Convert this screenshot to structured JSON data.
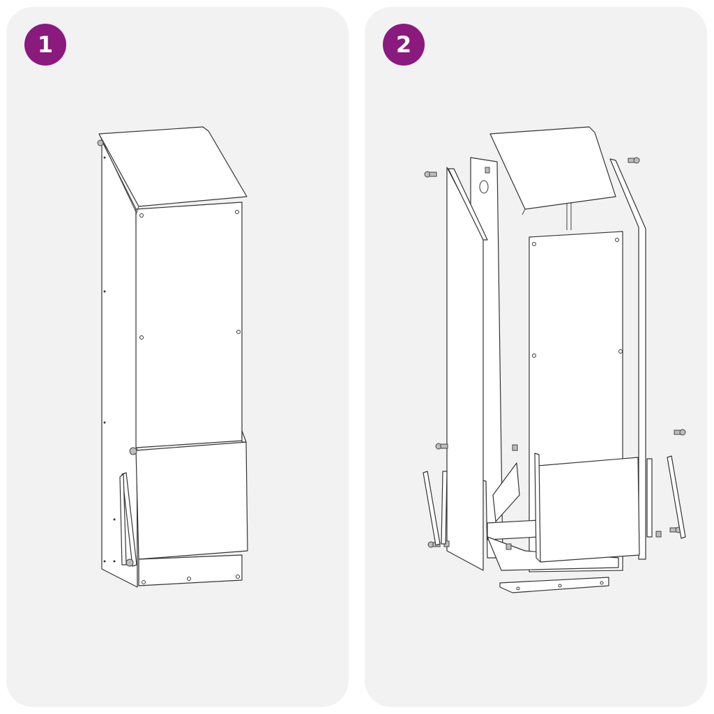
{
  "steps": [
    {
      "number": "1",
      "description": "Assembled feeder cabinet with slanted lid, front hopper panel and side support arms"
    },
    {
      "number": "2",
      "description": "Exploded view showing lid, side panels, back panel, front hopper panel, base tray, support arms, screws and nuts"
    }
  ],
  "colors": {
    "badge": "#8b1a7e",
    "badge_text": "#ffffff",
    "panel_background": "#f2f2f2",
    "page_background": "#ffffff",
    "line_art": "#333333"
  }
}
